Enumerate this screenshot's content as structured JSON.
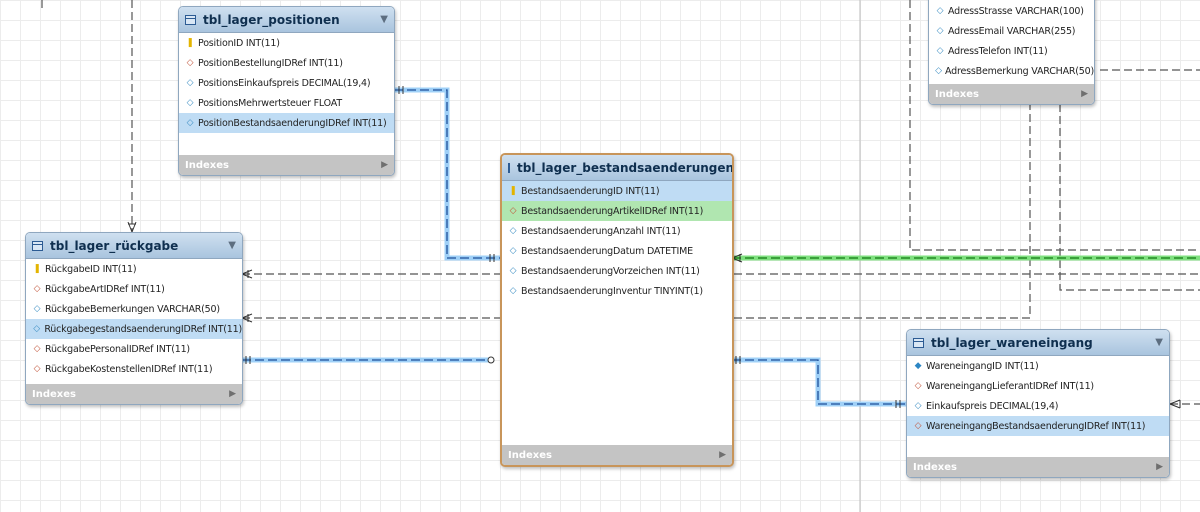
{
  "tables": {
    "positionen": {
      "name": "tbl_lager_positionen",
      "columns": [
        {
          "text": "PositionID INT(11)",
          "icon": "primary-key-icon"
        },
        {
          "text": "PositionBestellungIDRef INT(11)",
          "icon": "foreign-key-icon"
        },
        {
          "text": "PositionsEinkaufspreis DECIMAL(19,4)",
          "icon": "column-icon"
        },
        {
          "text": "PositionsMehrwertsteuer FLOAT",
          "icon": "column-icon"
        },
        {
          "text": "PositionBestandsaenderungIDRef INT(11)",
          "icon": "column-icon"
        }
      ],
      "footer": "Indexes"
    },
    "adresse": {
      "columns": [
        {
          "text": "AdressStrasse VARCHAR(100)",
          "icon": "column-icon"
        },
        {
          "text": "AdressEmail VARCHAR(255)",
          "icon": "column-icon"
        },
        {
          "text": "AdressTelefon INT(11)",
          "icon": "column-icon"
        },
        {
          "text": "AdressBemerkung VARCHAR(50)",
          "icon": "column-icon"
        }
      ],
      "footer": "Indexes"
    },
    "bestandsaenderungen": {
      "name": "tbl_lager_bestandsaenderungen",
      "columns": [
        {
          "text": "BestandsaenderungID INT(11)",
          "icon": "primary-key-icon"
        },
        {
          "text": "BestandsaenderungArtikelIDRef INT(11)",
          "icon": "foreign-key-icon"
        },
        {
          "text": "BestandsaenderungAnzahl INT(11)",
          "icon": "column-icon"
        },
        {
          "text": "BestandsaenderungDatum DATETIME",
          "icon": "column-icon"
        },
        {
          "text": "BestandsaenderungVorzeichen INT(11)",
          "icon": "column-icon"
        },
        {
          "text": "BestandsaenderungInventur TINYINT(1)",
          "icon": "column-icon"
        }
      ],
      "footer": "Indexes"
    },
    "rueckgabe": {
      "name": "tbl_lager_rückgabe",
      "columns": [
        {
          "text": "RückgabeID INT(11)",
          "icon": "primary-key-icon"
        },
        {
          "text": "RückgabeArtIDRef INT(11)",
          "icon": "foreign-key-icon"
        },
        {
          "text": "RückgabeBemerkungen VARCHAR(50)",
          "icon": "column-icon"
        },
        {
          "text": "RückgabegestandsaenderungIDRef INT(11)",
          "icon": "column-icon"
        },
        {
          "text": "RückgabePersonalIDRef INT(11)",
          "icon": "foreign-key-icon"
        },
        {
          "text": "RückgabeKostenstellenIDRef INT(11)",
          "icon": "foreign-key-icon"
        }
      ],
      "footer": "Indexes"
    },
    "wareneingang": {
      "name": "tbl_lager_wareneingang",
      "columns": [
        {
          "text": "WareneingangID INT(11)",
          "icon": "not-null-icon"
        },
        {
          "text": "WareneingangLieferantIDRef INT(11)",
          "icon": "foreign-key-icon"
        },
        {
          "text": "Einkaufspreis DECIMAL(19,4)",
          "icon": "column-icon"
        },
        {
          "text": "WareneingangBestandsaenderungIDRef INT(11)",
          "icon": "foreign-key-icon"
        }
      ],
      "footer": "Indexes"
    }
  },
  "colors": {
    "relation_highlight": "#3b8fdc",
    "relation_selected": "#38c838",
    "relation_default": "#555555",
    "selected_table_border": "#c8955a"
  }
}
